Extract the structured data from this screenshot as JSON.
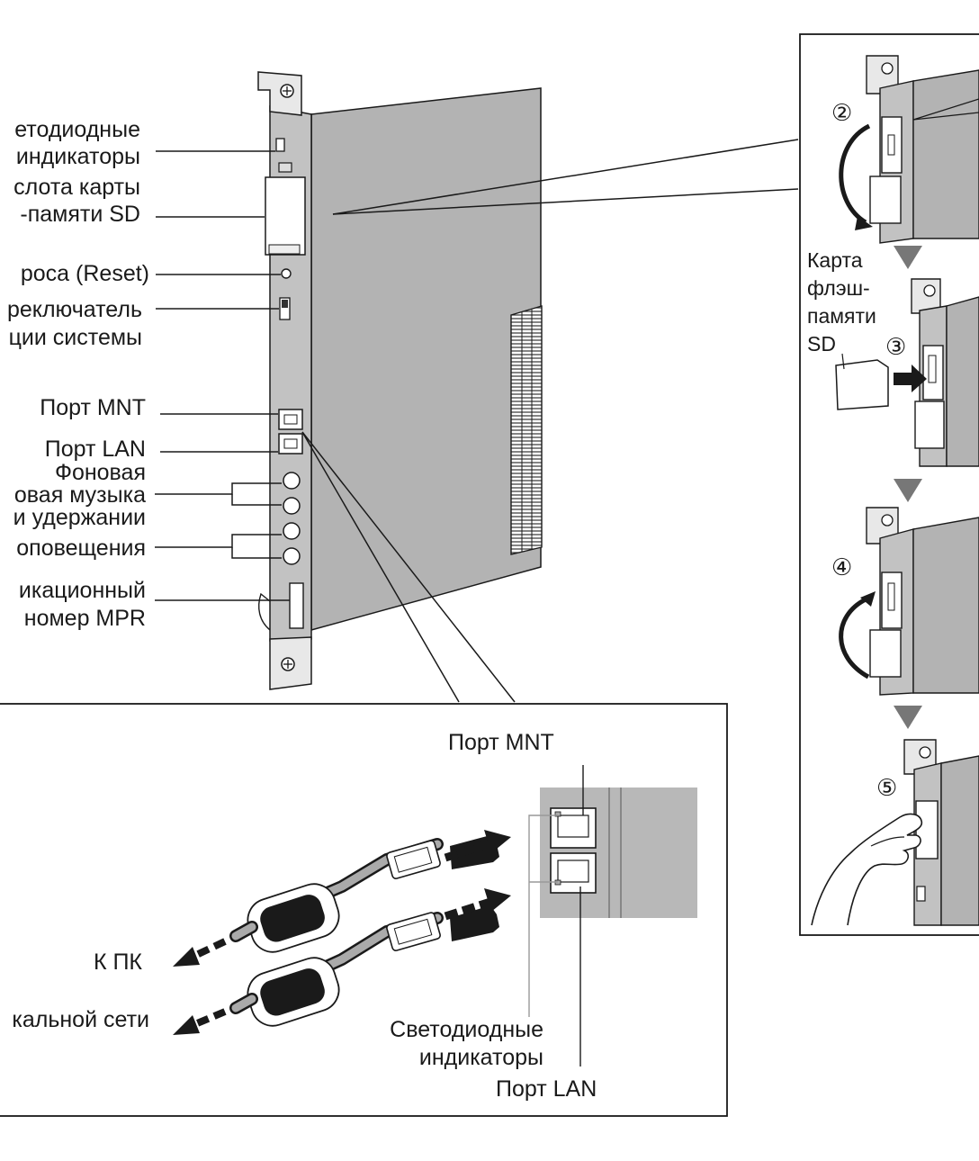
{
  "labels": {
    "led_indicators_top_l1": "етодиодные",
    "led_indicators_top_l2": "индикаторы",
    "sd_slot_l1": "слота карты",
    "sd_slot_l2": "-памяти SD",
    "reset": "роса (Reset)",
    "switch_l1": "реключатель",
    "switch_l2": "ции системы",
    "port_mnt": "Порт MNT",
    "port_lan": "Порт LAN",
    "bgm_l1": "Фоновая",
    "bgm_l2": "овая музыка",
    "bgm_l3": "и удержании",
    "paging": "оповещения",
    "id_l1": "икационный",
    "id_l2": "номер MPR"
  },
  "detail": {
    "port_mnt": "Порт MNT",
    "to_pc": "К ПК",
    "to_lan": "кальной сети",
    "led_l1": "Светодиодные",
    "led_l2": "индикаторы",
    "port_lan": "Порт LAN"
  },
  "sd_install": {
    "card_l1": "Карта",
    "card_l2": "флэш-",
    "card_l3": "памяти",
    "card_l4": "SD",
    "step2": "②",
    "step3": "③",
    "step4": "④",
    "step5": "⑤"
  }
}
